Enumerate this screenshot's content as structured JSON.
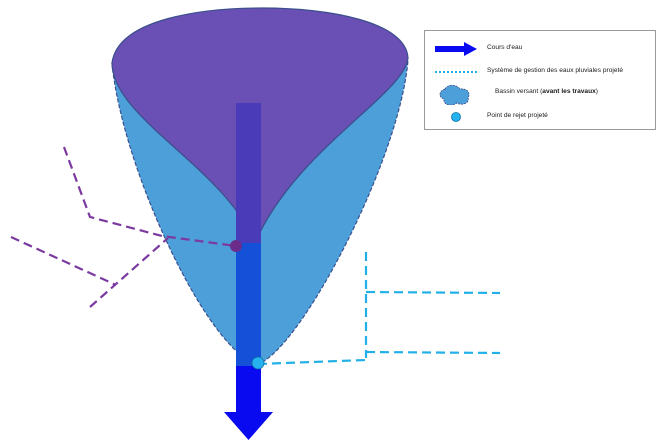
{
  "colors": {
    "stream": "#0a0af0",
    "stream_overlap_dark": "#4a3cb8",
    "stream_lower": "#1550d8",
    "watershed_upper": "#6a4fb4",
    "watershed_lower": "#4d9fd9",
    "watershed_outline": "#3a4f8c",
    "existing_drainage": "#7b3aa0",
    "projected_drainage": "#22b0e8",
    "discharge_point": "#25b2ee",
    "upper_outlet": "#6b2c8a"
  },
  "legend": {
    "items": [
      {
        "icon": "blue-arrow-icon",
        "label": "Cours d'eau"
      },
      {
        "icon": "dotted-line-icon",
        "label": "Système de gestion des eaux pluviales projeté"
      },
      {
        "icon": "blob-icon",
        "label_prefix": "Bassin versant (",
        "label_bold": "avant les travaux",
        "label_suffix": ")"
      },
      {
        "icon": "circle-icon",
        "label": "Point de rejet projeté"
      }
    ]
  }
}
